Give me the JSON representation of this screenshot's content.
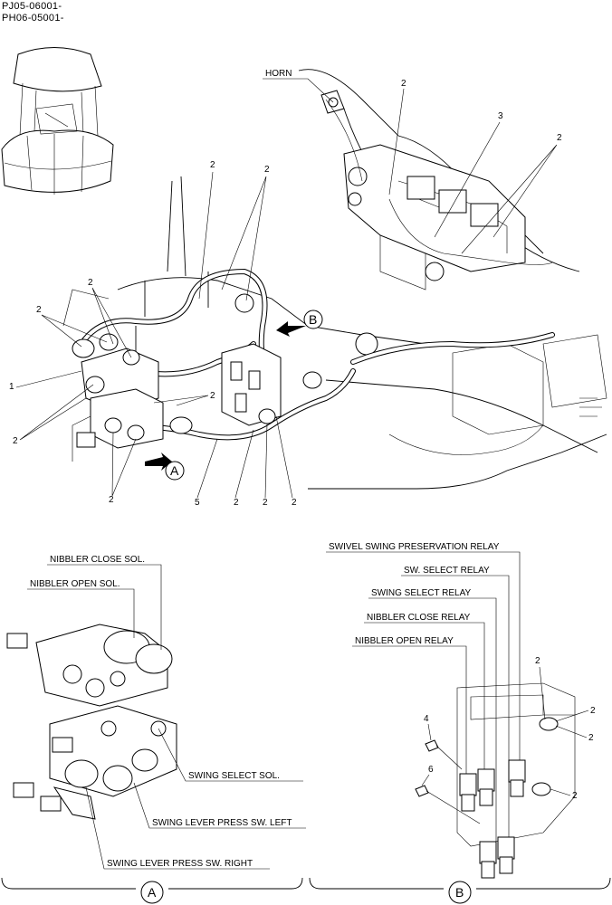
{
  "header": {
    "serial_1": "PJ05-06001-",
    "serial_2": "PH06-05001-"
  },
  "main_view": {
    "horn_label": "HORN",
    "arrow_a": "A",
    "arrow_b": "B",
    "callouts": {
      "c1": "1",
      "c2a": "2",
      "c2b": "2",
      "c2c": "2",
      "c2d": "2",
      "c2e": "2",
      "c2f": "2",
      "c2g": "2",
      "c2h": "2",
      "c2i": "2",
      "c2j": "2",
      "c2k": "2",
      "c3": "3",
      "c5": "5"
    }
  },
  "detail_a": {
    "marker": "A",
    "labels": {
      "nibbler_close_sol": "NIBBLER CLOSE SOL.",
      "nibbler_open_sol": "NIBBLER OPEN SOL.",
      "swing_select_sol": "SWING SELECT SOL.",
      "swing_lever_left": "SWING LEVER PRESS SW. LEFT",
      "swing_lever_right": "SWING LEVER PRESS SW. RIGHT"
    }
  },
  "detail_b": {
    "marker": "B",
    "labels": {
      "swivel_swing_relay": "SWIVEL SWING PRESERVATION RELAY",
      "sw_select_relay": "SW. SELECT RELAY",
      "swing_select_relay": "SWING SELECT RELAY",
      "nibbler_close_relay": "NIBBLER CLOSE RELAY",
      "nibbler_open_relay": "NIBBLER OPEN RELAY"
    },
    "callouts": {
      "c2a": "2",
      "c2b": "2",
      "c2c": "2",
      "c2d": "2",
      "c4": "4",
      "c6": "6"
    }
  }
}
